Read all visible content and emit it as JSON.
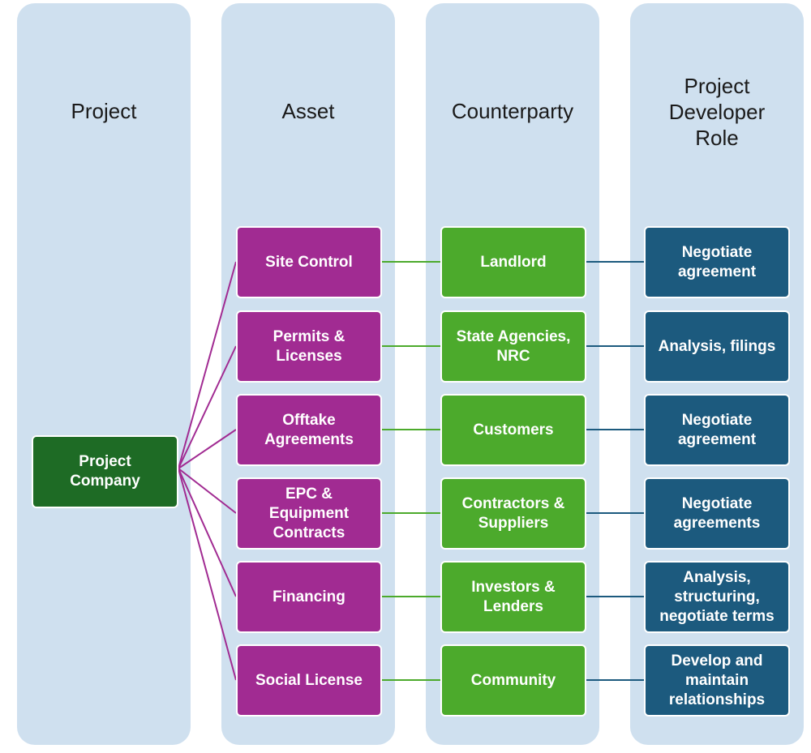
{
  "columns": [
    {
      "id": "project",
      "header": "Project"
    },
    {
      "id": "asset",
      "header": "Asset"
    },
    {
      "id": "counterparty",
      "header": "Counterparty"
    },
    {
      "id": "role",
      "header": "Project\nDeveloper\nRole"
    }
  ],
  "project_company": "Project\nCompany",
  "rows": [
    {
      "asset": "Site Control",
      "counterparty": "Landlord",
      "role": "Negotiate\nagreement"
    },
    {
      "asset": "Permits &\nLicenses",
      "counterparty": "State Agencies,\nNRC",
      "role": "Analysis, filings"
    },
    {
      "asset": "Offtake\nAgreements",
      "counterparty": "Customers",
      "role": "Negotiate\nagreement"
    },
    {
      "asset": "EPC &\nEquipment\nContracts",
      "counterparty": "Contractors &\nSuppliers",
      "role": "Negotiate\nagreements"
    },
    {
      "asset": "Financing",
      "counterparty": "Investors &\nLenders",
      "role": "Analysis,\nstructuring,\nnegotiate terms"
    },
    {
      "asset": "Social License",
      "counterparty": "Community",
      "role": "Develop and\nmaintain\nrelationships"
    }
  ],
  "colors": {
    "column_bg": "#cfe0ef",
    "project_company": "#1e6b25",
    "asset": "#a12b92",
    "counterparty": "#4caa2c",
    "role": "#1c5a7e",
    "asset_line": "#a12b92",
    "counterparty_line": "#4caa2c",
    "role_line": "#1c5a7e"
  }
}
